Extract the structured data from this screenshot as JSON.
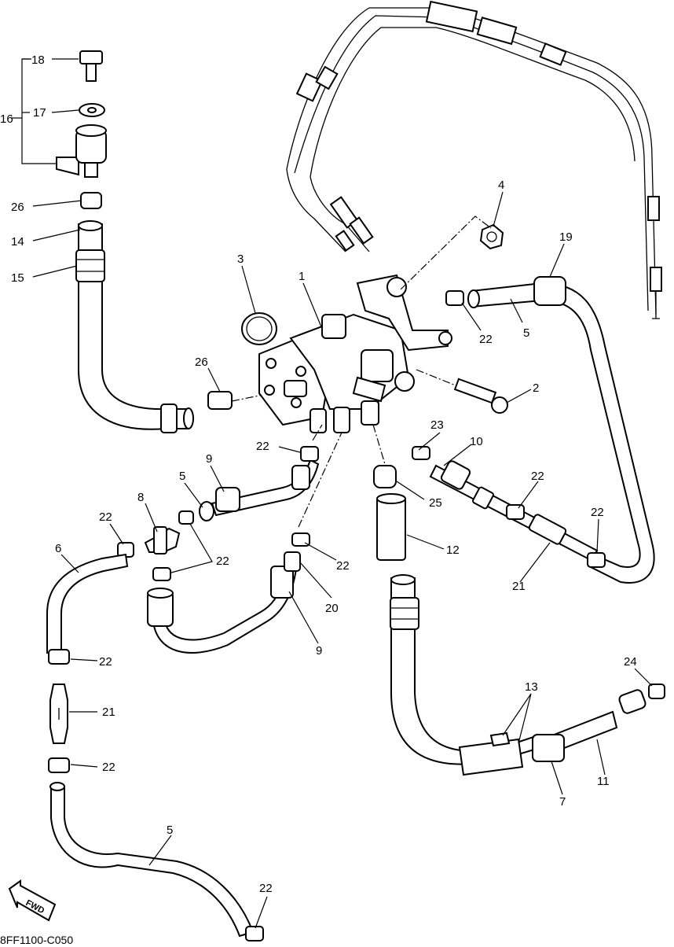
{
  "diagram": {
    "drawing_code": "8FF1100-C050",
    "fwd_label": "FWD",
    "callouts": {
      "c1": "1",
      "c2": "2",
      "c3": "3",
      "c4": "4",
      "c5a": "5",
      "c5b": "5",
      "c5c": "5",
      "c6": "6",
      "c7": "7",
      "c8": "8",
      "c9a": "9",
      "c9b": "9",
      "c10": "10",
      "c11": "11",
      "c12": "12",
      "c13": "13",
      "c14": "14",
      "c15": "15",
      "c16": "16",
      "c17": "17",
      "c18": "18",
      "c19": "19",
      "c20": "20",
      "c21a": "21",
      "c21b": "21",
      "c22a": "22",
      "c22b": "22",
      "c22c": "22",
      "c22d": "22",
      "c22e": "22",
      "c22f": "22",
      "c22g": "22",
      "c22h": "22",
      "c22i": "22",
      "c22j": "22",
      "c23": "23",
      "c24": "24",
      "c25": "25",
      "c26a": "26",
      "c26b": "26"
    }
  }
}
